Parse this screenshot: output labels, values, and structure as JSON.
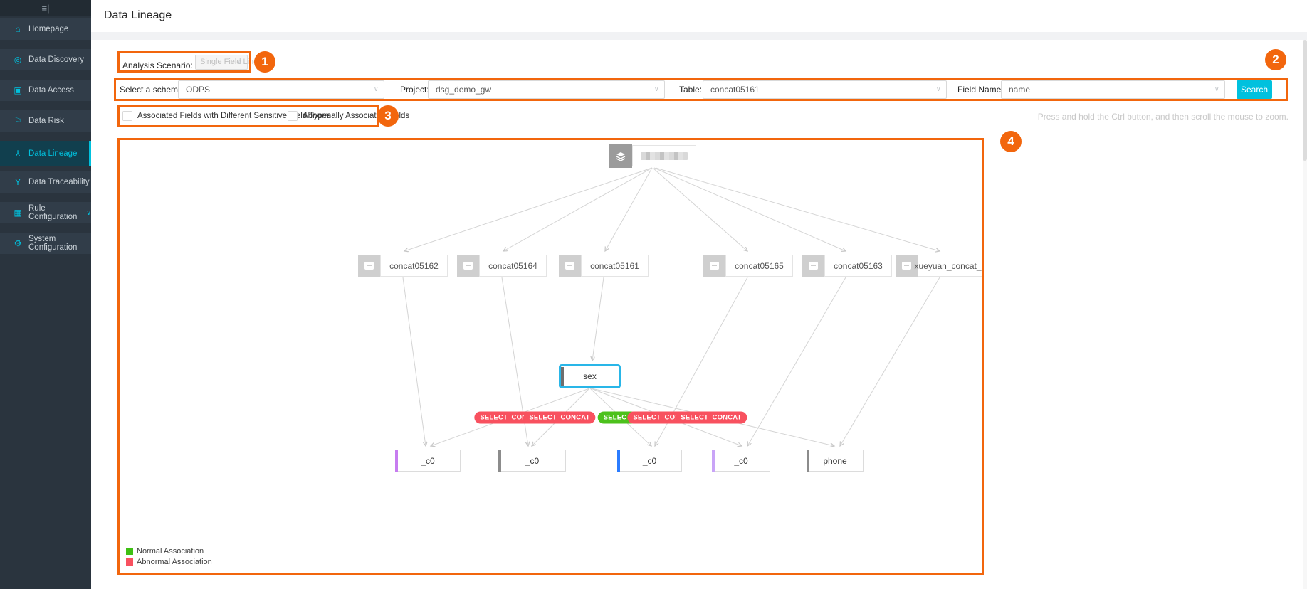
{
  "app": {
    "header_title": "Data Lineage"
  },
  "sidebar": {
    "accent_color": "#00c1de",
    "collapse_icon": "menu-collapse",
    "items": [
      {
        "label": "Homepage",
        "selected": false
      },
      {
        "label": "Data Discovery",
        "selected": false
      },
      {
        "label": "Data Access",
        "selected": false
      },
      {
        "label": "Data Risk",
        "selected": false
      },
      {
        "label": "Data Lineage",
        "selected": true
      },
      {
        "label": "Data Traceability",
        "selected": false
      },
      {
        "label": "Rule Configuration",
        "selected": false,
        "has_submenu": true,
        "chevron": "∨"
      },
      {
        "label": "System Configuration",
        "selected": false
      }
    ]
  },
  "filters": {
    "analysis_scenario": {
      "label": "Analysis Scenario:",
      "value": "Single Field Lineage",
      "disabled": true,
      "chevron": "∨"
    },
    "schema": {
      "label": "Select a schema",
      "value": "ODPS",
      "chevron": "∨"
    },
    "project": {
      "label": "Project:",
      "value": "dsg_demo_gw",
      "chevron": "∨"
    },
    "table": {
      "label": "Table:",
      "value": "concat05161",
      "chevron": "∨"
    },
    "field_name": {
      "label": "Field Name:",
      "value": "name",
      "chevron": "∨"
    },
    "search_button": "Search",
    "checkboxes": [
      {
        "label": "Associated Fields with Different Sensitive Field Types",
        "checked": false
      },
      {
        "label": "Abnormally Associated Fields",
        "checked": false
      }
    ]
  },
  "hint": "Press and hold the Ctrl button, and then scroll the mouse to zoom.",
  "annotations": {
    "color": "#f2660d",
    "badges": [
      "1",
      "2",
      "3",
      "4"
    ]
  },
  "graph": {
    "root": {
      "label_redacted": true,
      "icon": "layers-icon"
    },
    "tables": [
      {
        "label": "concat05162"
      },
      {
        "label": "concat05164"
      },
      {
        "label": "concat05161"
      },
      {
        "label": "concat05165"
      },
      {
        "label": "concat05163"
      },
      {
        "label": "xueyuan_concat_..."
      }
    ],
    "selected_field": {
      "label": "sex",
      "border_color": "#29b6e8"
    },
    "edge_labels": [
      {
        "text": "SELECT_CONCAT",
        "type": "abnormal"
      },
      {
        "text": "SELECT_CONCAT",
        "type": "abnormal"
      },
      {
        "text": "SELECT",
        "type": "normal"
      },
      {
        "text": "SELECT_CONCAT",
        "type": "abnormal"
      },
      {
        "text": "SELECT_CONCAT",
        "type": "abnormal"
      }
    ],
    "fields": [
      {
        "label": "_c0",
        "bar_color": "#c77cf0"
      },
      {
        "label": "_c0",
        "bar_color": "#8c8c8c"
      },
      {
        "label": "_c0",
        "bar_color": "#2b7cff"
      },
      {
        "label": "_c0",
        "bar_color": "#c9a4f7"
      },
      {
        "label": "phone",
        "bar_color": "#8c8c8c"
      }
    ],
    "legend": [
      {
        "label": "Normal Association",
        "color": "#3ec013"
      },
      {
        "label": "Abnormal Association",
        "color": "#f8515f"
      }
    ],
    "colors": {
      "normal": "#4cc11c",
      "abnormal": "#f8515f",
      "edge": "#d4d4d4"
    }
  }
}
